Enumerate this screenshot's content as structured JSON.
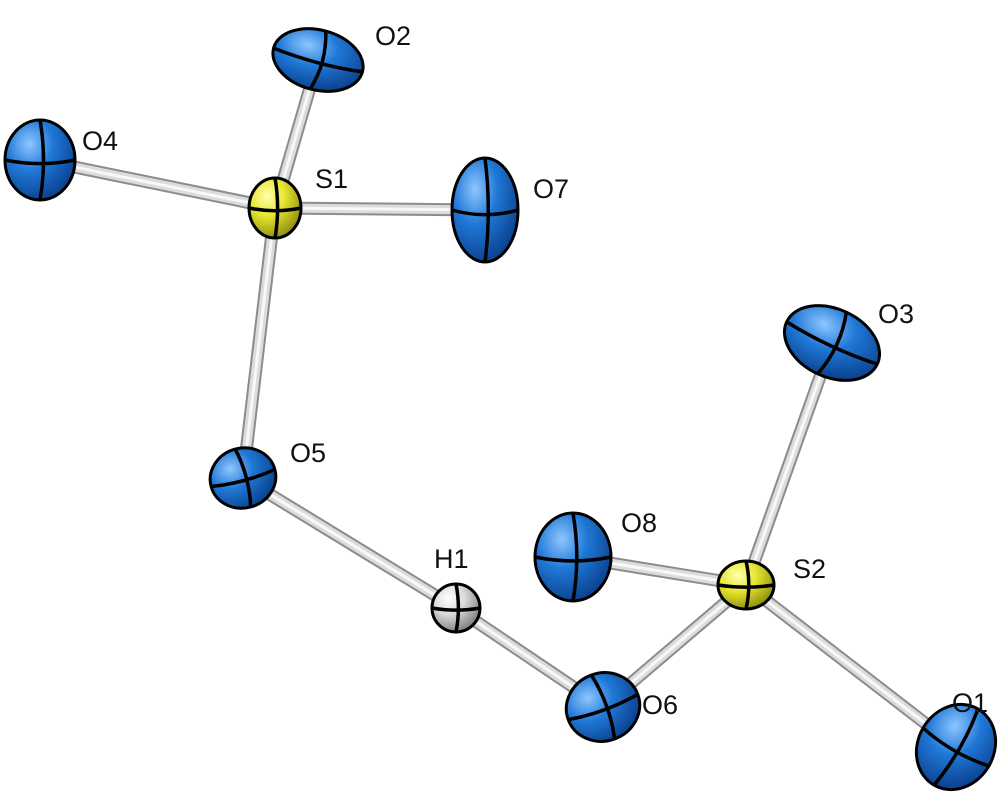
{
  "colors": {
    "oxygen": "#1f78d6",
    "oxygen_dark": "#0a3f8c",
    "sulfur": "#e6e62e",
    "sulfur_dark": "#8a8a10",
    "hydrogen": "#d9d9d9",
    "hydrogen_dark": "#7a7a7a",
    "bond": "#dcdcdc",
    "bond_edge": "#8c8c8c",
    "axis_lines": "#000000"
  },
  "atoms": [
    {
      "id": "O2",
      "label": "O2",
      "element": "oxygen"
    },
    {
      "id": "O4",
      "label": "O4",
      "element": "oxygen"
    },
    {
      "id": "S1",
      "label": "S1",
      "element": "sulfur"
    },
    {
      "id": "O7",
      "label": "O7",
      "element": "oxygen"
    },
    {
      "id": "O3",
      "label": "O3",
      "element": "oxygen"
    },
    {
      "id": "O5",
      "label": "O5",
      "element": "oxygen"
    },
    {
      "id": "O8",
      "label": "O8",
      "element": "oxygen"
    },
    {
      "id": "H1",
      "label": "H1",
      "element": "hydrogen"
    },
    {
      "id": "S2",
      "label": "S2",
      "element": "sulfur"
    },
    {
      "id": "O6",
      "label": "O6",
      "element": "oxygen"
    },
    {
      "id": "O1",
      "label": "O1",
      "element": "oxygen"
    }
  ],
  "bonds": [
    [
      "S1",
      "O2"
    ],
    [
      "S1",
      "O4"
    ],
    [
      "S1",
      "O7"
    ],
    [
      "S1",
      "O5"
    ],
    [
      "O5",
      "H1"
    ],
    [
      "H1",
      "O6"
    ],
    [
      "S2",
      "O6"
    ],
    [
      "S2",
      "O8"
    ],
    [
      "S2",
      "O3"
    ],
    [
      "S2",
      "O1"
    ]
  ]
}
